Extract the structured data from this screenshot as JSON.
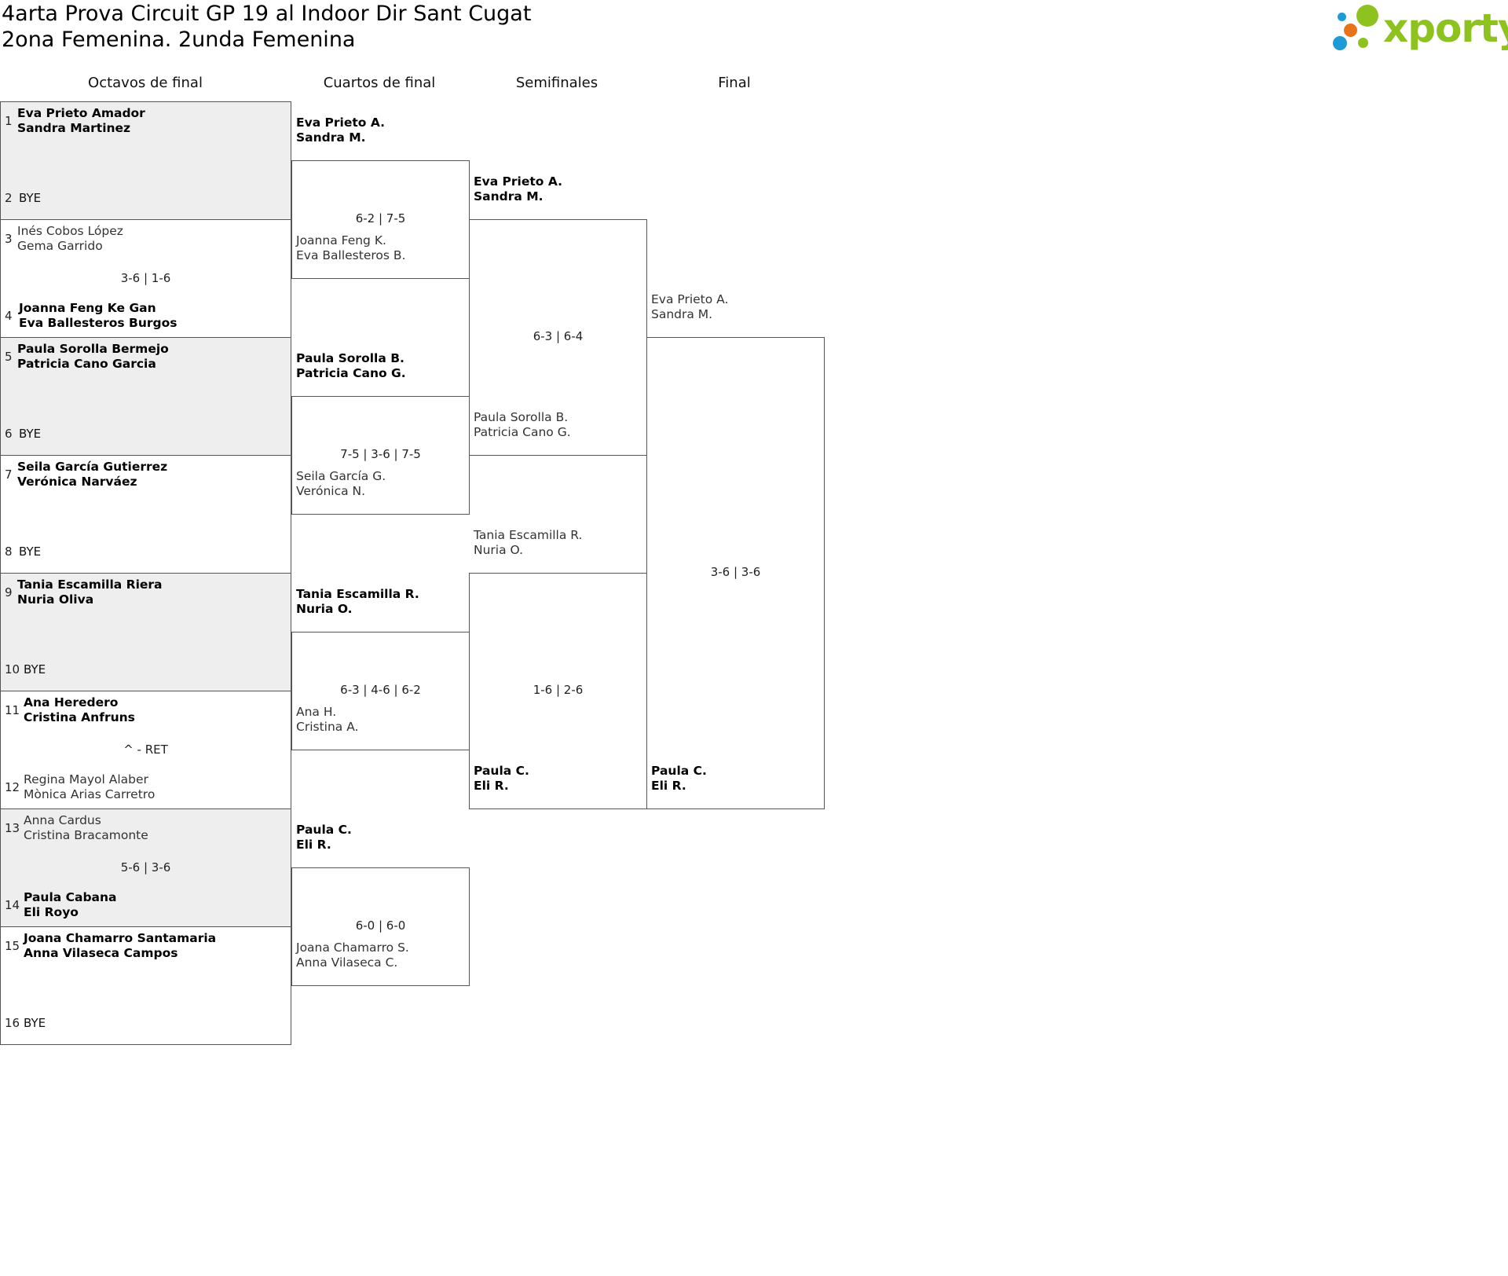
{
  "header": {
    "title_line1": "4arta Prova Circuit GP 19 al Indoor Dir Sant Cugat",
    "title_line2": "2ona Femenina. 2unda Femenina",
    "logo_text": "xporty",
    "logo_colors": {
      "green": "#8dc21f",
      "blue": "#1e9ad6",
      "orange": "#e8731d"
    }
  },
  "rounds": [
    "Octavos de final",
    "Cuartos de final",
    "Semifinales",
    "Final"
  ],
  "r16": [
    {
      "seeds": [
        "1",
        "2"
      ],
      "top": [
        "Eva Prieto Amador",
        "Sandra Martinez"
      ],
      "top_win": true,
      "bottom": [
        "BYE"
      ],
      "bottom_bye": true,
      "score": "",
      "shade": true
    },
    {
      "seeds": [
        "3",
        "4"
      ],
      "top": [
        "Inés Cobos López",
        "Gema Garrido"
      ],
      "top_win": false,
      "bottom": [
        "Joanna Feng Ke Gan",
        "Eva Ballesteros Burgos"
      ],
      "bottom_win": true,
      "score": "3-6 | 1-6",
      "shade": false
    },
    {
      "seeds": [
        "5",
        "6"
      ],
      "top": [
        "Paula Sorolla Bermejo",
        "Patricia Cano Garcia"
      ],
      "top_win": true,
      "bottom": [
        "BYE"
      ],
      "bottom_bye": true,
      "score": "",
      "shade": true
    },
    {
      "seeds": [
        "7",
        "8"
      ],
      "top": [
        "Seila García Gutierrez",
        "Verónica Narváez"
      ],
      "top_win": true,
      "bottom": [
        "BYE"
      ],
      "bottom_bye": true,
      "score": "",
      "shade": false
    },
    {
      "seeds": [
        "9",
        "10"
      ],
      "top": [
        "Tania Escamilla Riera",
        "Nuria Oliva"
      ],
      "top_win": true,
      "bottom": [
        "BYE"
      ],
      "bottom_bye": true,
      "score": "",
      "shade": true
    },
    {
      "seeds": [
        "11",
        "12"
      ],
      "top": [
        "Ana Heredero",
        "Cristina Anfruns"
      ],
      "top_win": true,
      "bottom": [
        "Regina Mayol Alaber",
        "Mònica Arias Carretro"
      ],
      "bottom_win": false,
      "score": "^ - RET",
      "shade": false
    },
    {
      "seeds": [
        "13",
        "14"
      ],
      "top": [
        "Anna Cardus",
        "Cristina Bracamonte"
      ],
      "top_win": false,
      "bottom": [
        "Paula Cabana",
        "Eli Royo"
      ],
      "bottom_win": true,
      "score": "5-6 | 3-6",
      "shade": true
    },
    {
      "seeds": [
        "15",
        "16"
      ],
      "top": [
        "Joana Chamarro Santamaria",
        "Anna Vilaseca Campos"
      ],
      "top_win": true,
      "bottom": [
        "BYE"
      ],
      "bottom_bye": true,
      "score": "",
      "shade": false
    }
  ],
  "qf": [
    {
      "top": [
        "Eva Prieto A.",
        "Sandra M."
      ],
      "top_win": true,
      "bottom": [
        "Joanna Feng K.",
        "Eva Ballesteros B."
      ],
      "bottom_win": false,
      "score": "6-2 | 7-5"
    },
    {
      "top": [
        "Paula Sorolla B.",
        "Patricia Cano G."
      ],
      "top_win": true,
      "bottom": [
        "Seila García G.",
        "Verónica N."
      ],
      "bottom_win": false,
      "score": "7-5 | 3-6 | 7-5"
    },
    {
      "top": [
        "Tania Escamilla R.",
        "Nuria O."
      ],
      "top_win": true,
      "bottom": [
        "Ana H.",
        "Cristina A."
      ],
      "bottom_win": false,
      "score": "6-3 | 4-6 | 6-2"
    },
    {
      "top": [
        "Paula C.",
        "Eli R."
      ],
      "top_win": true,
      "bottom": [
        "Joana Chamarro S.",
        "Anna Vilaseca C."
      ],
      "bottom_win": false,
      "score": "6-0 | 6-0"
    }
  ],
  "sf": [
    {
      "top": [
        "Eva Prieto A.",
        "Sandra M."
      ],
      "top_win": true,
      "bottom": [
        "Paula Sorolla B.",
        "Patricia Cano G."
      ],
      "bottom_win": false,
      "score": "6-3 | 6-4"
    },
    {
      "top": [
        "Tania Escamilla R.",
        "Nuria O."
      ],
      "top_win": false,
      "bottom": [
        "Paula C.",
        "Eli R."
      ],
      "bottom_win": true,
      "score": "1-6 | 2-6"
    }
  ],
  "final": [
    {
      "top": [
        "Eva Prieto A.",
        "Sandra M."
      ],
      "top_win": false,
      "bottom": [
        "Paula C.",
        "Eli R."
      ],
      "bottom_win": true,
      "score": "3-6 | 3-6"
    }
  ]
}
